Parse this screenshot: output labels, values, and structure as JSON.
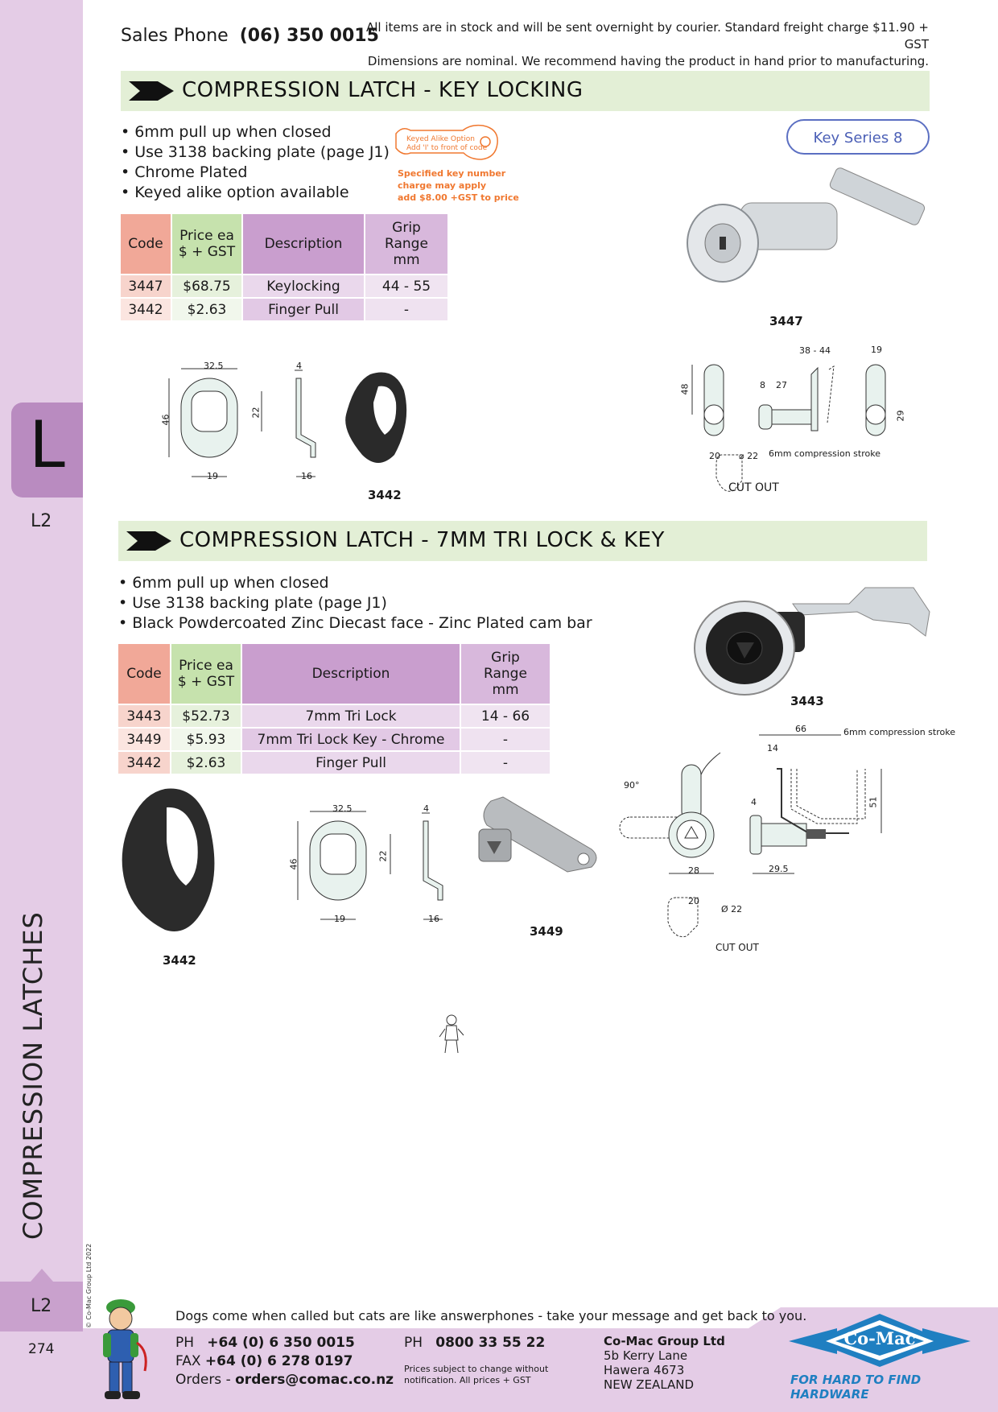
{
  "header": {
    "sales_label": "Sales Phone",
    "sales_phone": "(06) 350 0015",
    "notice_line1": "All items are in stock and will be sent overnight by courier. Standard freight charge $11.90 + GST",
    "notice_line2": "Dimensions are nominal. We recommend having the product in hand prior to manufacturing."
  },
  "sidebar": {
    "letter": "L",
    "code_top": "L2",
    "vertical_title": "COMPRESSION LATCHES",
    "code_bottom": "L2",
    "page_number": "274",
    "copyright": "© Co-Mac Group Ltd 2022"
  },
  "section1": {
    "title": "COMPRESSION LATCH - KEY LOCKING",
    "bullets": [
      "6mm pull up when closed",
      "Use 3138 backing plate (page J1)",
      "Chrome Plated",
      "Keyed alike option available"
    ],
    "key_tag_line1": "Keyed Alike Option",
    "key_tag_line2": "Add 'I' to front of code",
    "key_note_line1": "Specified key number",
    "key_note_line2": "charge may apply",
    "key_note_line3": "add $8.00 +GST to price",
    "key_series": "Key Series 8",
    "table": {
      "headers": {
        "code": "Code",
        "price1": "Price ea",
        "price2": "$ + GST",
        "desc": "Description",
        "grip1": "Grip",
        "grip2": "Range",
        "grip3": "mm"
      },
      "rows": [
        {
          "code": "3447",
          "price": "$68.75",
          "desc": "Keylocking",
          "grip": "44 - 55"
        },
        {
          "code": "3442",
          "price": "$2.63",
          "desc": "Finger Pull",
          "grip": "-"
        }
      ]
    },
    "photo_caption": "3447",
    "pull_caption": "3442",
    "dims": {
      "d325": "32.5",
      "d46": "46",
      "d22": "22",
      "d19": "19",
      "d4": "4",
      "d16": "16",
      "d48": "48",
      "d8": "8",
      "d27": "27",
      "d3844": "38 - 44",
      "d19b": "19",
      "d29": "29",
      "d20": "20",
      "d22c": "⌀ 22",
      "stroke": "6mm compression stroke",
      "cutout": "CUT OUT"
    }
  },
  "section2": {
    "title": "COMPRESSION LATCH - 7MM TRI LOCK & KEY",
    "bullets": [
      "6mm pull up when closed",
      "Use 3138 backing plate (page J1)",
      "Black Powdercoated Zinc Diecast face - Zinc Plated cam bar"
    ],
    "table": {
      "headers": {
        "code": "Code",
        "price1": "Price ea",
        "price2": "$ + GST",
        "desc": "Description",
        "grip1": "Grip",
        "grip2": "Range",
        "grip3": "mm"
      },
      "rows": [
        {
          "code": "3443",
          "price": "$52.73",
          "desc": "7mm Tri Lock",
          "grip": "14 - 66"
        },
        {
          "code": "3449",
          "price": "$5.93",
          "desc": "7mm Tri Lock Key - Chrome",
          "grip": "-"
        },
        {
          "code": "3442",
          "price": "$2.63",
          "desc": "Finger Pull",
          "grip": "-"
        }
      ]
    },
    "photo_caption": "3443",
    "pull_caption": "3442",
    "key_caption": "3449",
    "dims": {
      "d325": "32.5",
      "d46": "46",
      "d22": "22",
      "d19": "19",
      "d4": "4",
      "d16": "16",
      "d90": "90°",
      "d28": "28",
      "d66": "66",
      "d14": "14",
      "d4b": "4",
      "d51": "51",
      "d295": "29.5",
      "d20": "20",
      "d22c": "Ø 22",
      "stroke": "6mm compression stroke",
      "cutout": "CUT OUT"
    }
  },
  "footer": {
    "quote": "Dogs come when called but cats are like answerphones - take your message and get back to you.",
    "ph_label": "PH",
    "ph": "+64 (0) 6 350 0015",
    "fax_label": "FAX",
    "fax": "+64 (0) 6 278 0197",
    "orders_label": "Orders -",
    "orders": "orders@comac.co.nz",
    "ph2_label": "PH",
    "ph2": "0800 33 55 22",
    "disclaimer1": "Prices subject to change without",
    "disclaimer2": "notification. All prices + GST",
    "company": "Co-Mac Group Ltd",
    "addr1": "5b Kerry Lane",
    "addr2": "Hawera 4673",
    "addr3": "NEW ZEALAND",
    "logo_text": "Co-Mac",
    "tagline": "FOR HARD TO FIND HARDWARE"
  },
  "colors": {
    "accent_purple": "#e4cce6",
    "bar_green": "#e3efd6",
    "logo_blue": "#1f7fc1"
  }
}
